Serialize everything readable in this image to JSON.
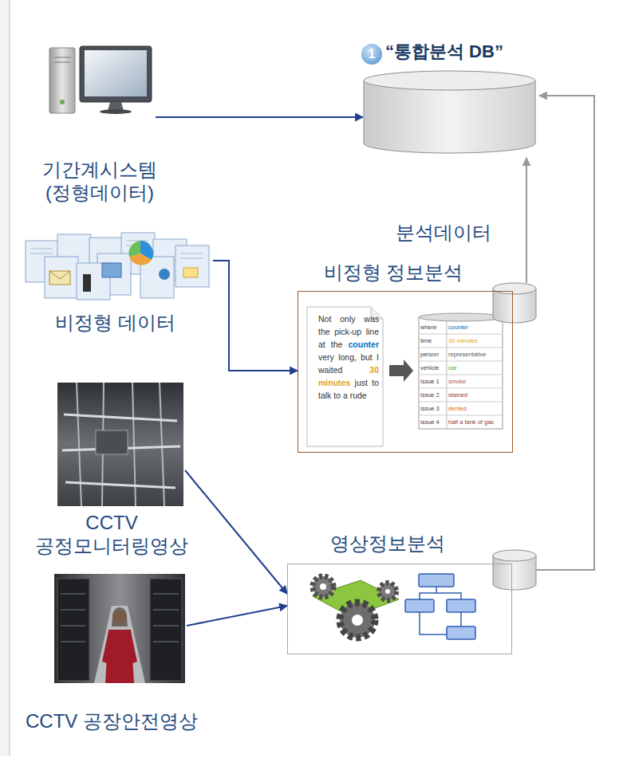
{
  "diagram": {
    "nodes": [
      {
        "text": [
          "“통합분석 DB”"
        ]
      },
      {
        "text": [
          "기간계시스템 (정형데이터)"
        ]
      },
      {
        "text": [
          "비정형 데이터"
        ]
      },
      {
        "text": [
          "비정형 정보분석"
        ]
      },
      {
        "text": [
          "CCTV 공정모니터링영상"
        ]
      },
      {
        "text": [
          "CCTV 공장안전영상"
        ]
      },
      {
        "text": [
          "영상정보분석"
        ]
      }
    ],
    "edges": [
      {
        "from": 1,
        "to": 0,
        "arrow": "to"
      },
      {
        "from": 2,
        "to": 3,
        "arrow": "to"
      },
      {
        "from": 3,
        "to": 0,
        "label": "분석데이터",
        "arrow": "to"
      },
      {
        "from": 4,
        "to": 6,
        "arrow": "to"
      },
      {
        "from": 5,
        "to": 6,
        "arrow": "to"
      },
      {
        "from": 6,
        "to": 0,
        "arrow": "to"
      }
    ],
    "labels": [
      "1",
      "Not only was the pick-up line at the",
      "counter",
      "very long, but I waited",
      "30 minutes",
      "just to talk to a rude",
      "where",
      "counter",
      "time",
      "30 minutes",
      "person",
      "representative",
      "vehicle",
      "car",
      "issue 1",
      "smoke",
      "issue 2",
      "stained",
      "issue 3",
      "dented",
      "issue 4",
      "half a tank of gas"
    ]
  }
}
